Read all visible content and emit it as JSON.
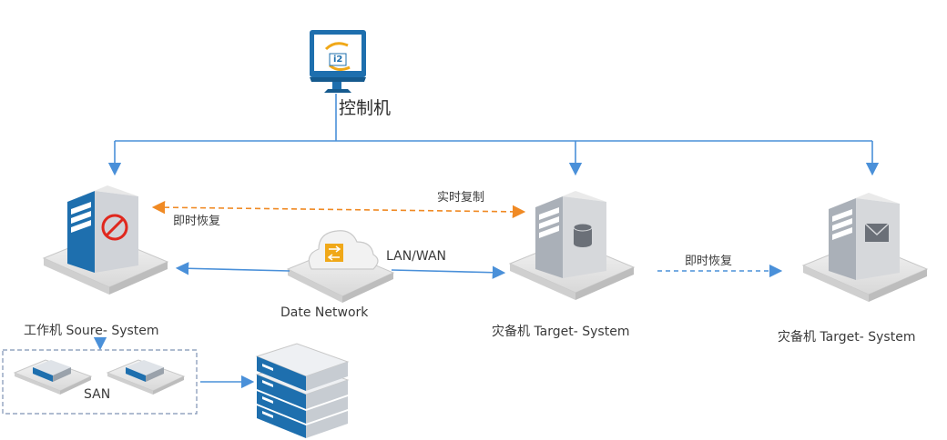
{
  "labels": {
    "controller": "控制机",
    "realtime_replication": "实时复制",
    "instant_recovery_left": "即时恢复",
    "lan_wan": "LAN/WAN",
    "instant_recovery_right": "即时恢复",
    "source_system": "工作机 Soure- System",
    "date_network": "Date Network",
    "target_system_1": "灾备机 Target- System",
    "target_system_2": "灾备机 Target- System",
    "san": "SAN",
    "monitor_logo": "i2"
  },
  "colors": {
    "line_blue": "#4a90d9",
    "dash_orange": "#f08a24",
    "server_front": "#1e6fae",
    "server_gray": "#aab0b8",
    "cloud_badge": "#f0a818"
  }
}
